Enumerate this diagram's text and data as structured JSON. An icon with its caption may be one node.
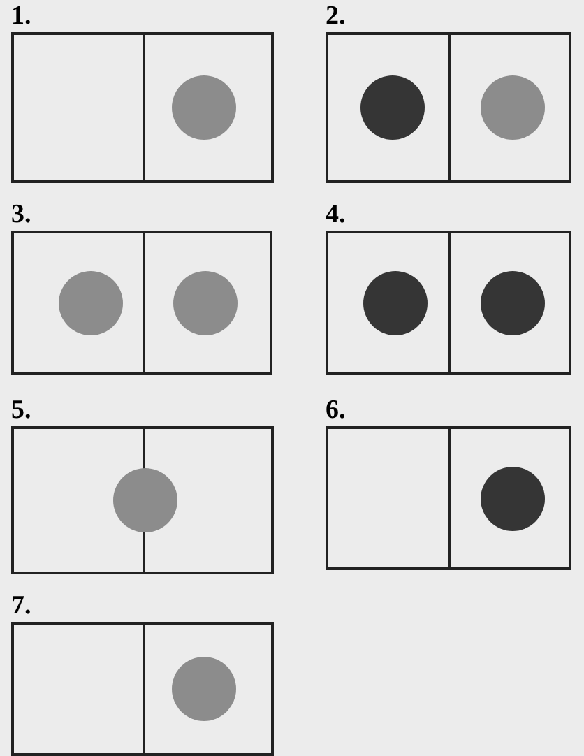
{
  "diagram": {
    "nodes": [
      {
        "text": [
          "1."
        ]
      },
      {
        "text": [],
        "shape": "circle",
        "in": 0
      },
      {
        "text": [
          "2."
        ]
      },
      {
        "text": [],
        "shape": "circle",
        "in": 2
      },
      {
        "text": [],
        "shape": "circle",
        "in": 2
      },
      {
        "text": [
          "3."
        ]
      },
      {
        "text": [],
        "shape": "circle",
        "in": 5
      },
      {
        "text": [],
        "shape": "circle",
        "in": 5
      },
      {
        "text": [
          "4."
        ]
      },
      {
        "text": [],
        "shape": "circle",
        "in": 8
      },
      {
        "text": [],
        "shape": "circle",
        "in": 8
      },
      {
        "text": [
          "5."
        ]
      },
      {
        "text": [],
        "shape": "circle",
        "in": 11
      },
      {
        "text": [
          "6."
        ]
      },
      {
        "text": [],
        "shape": "circle",
        "in": 13
      },
      {
        "text": [
          "7."
        ]
      },
      {
        "text": [],
        "shape": "circle",
        "in": 15
      }
    ]
  }
}
